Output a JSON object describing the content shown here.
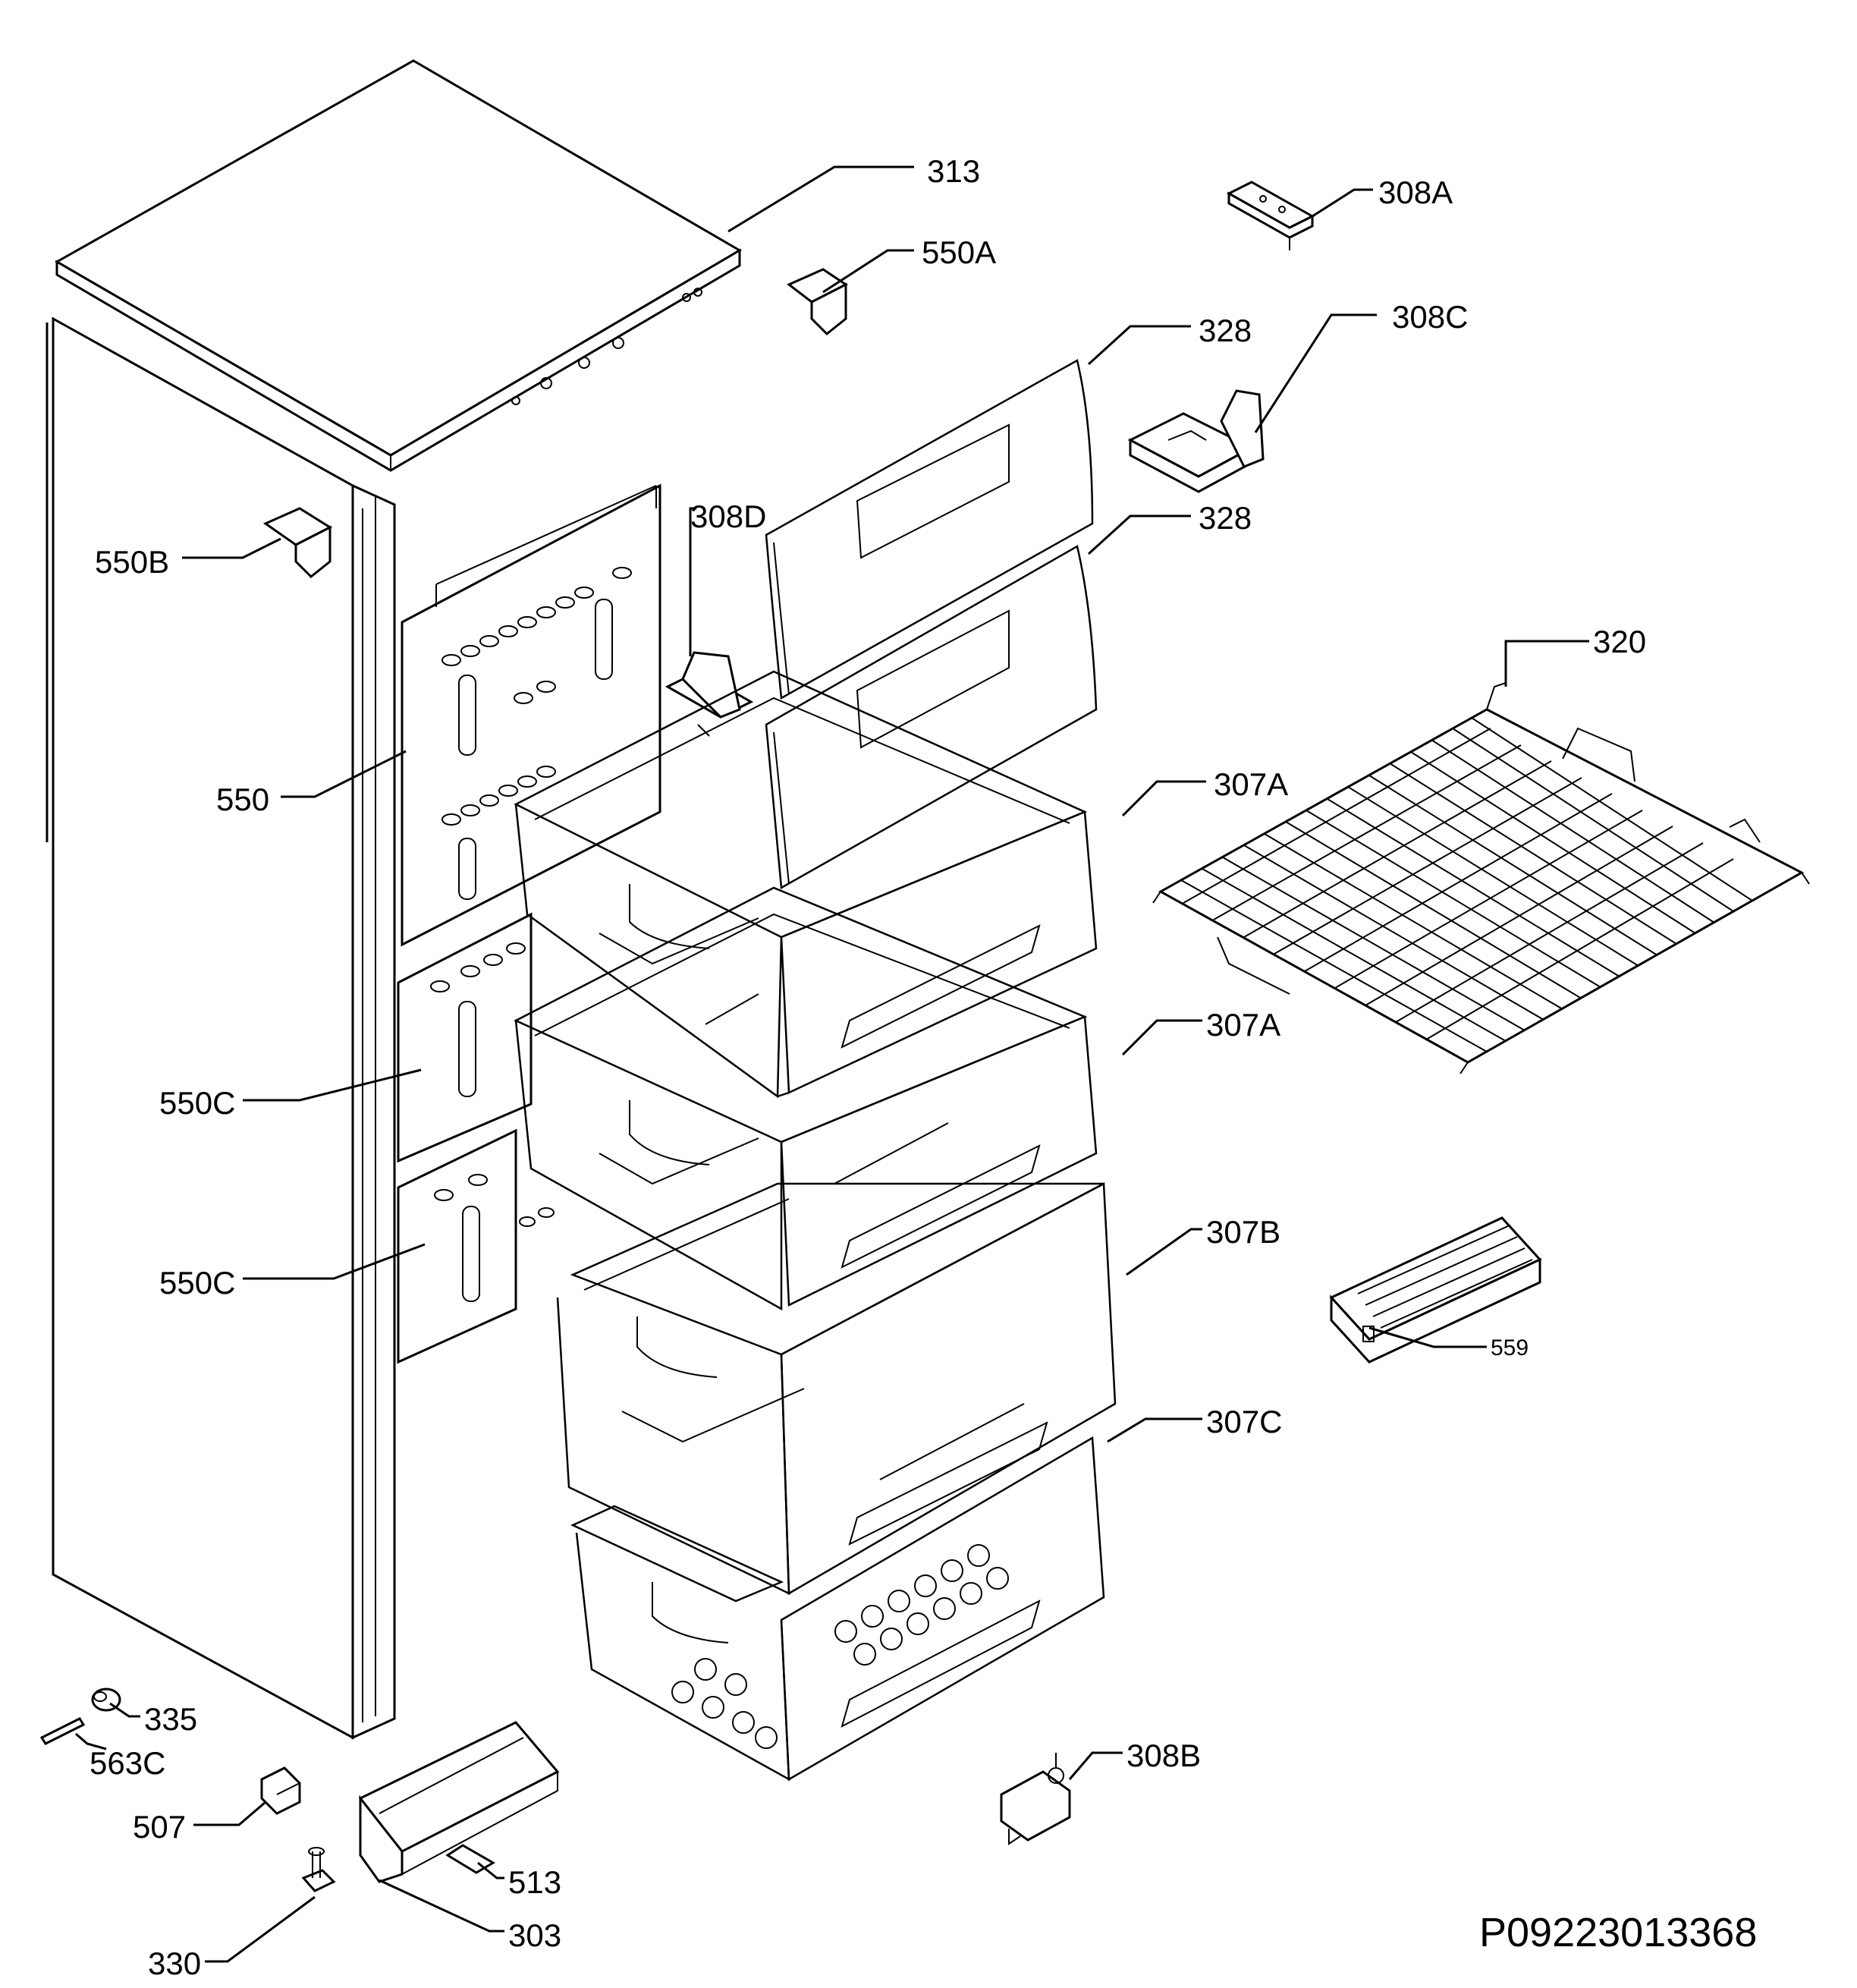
{
  "labels": {
    "l313": "313",
    "l550A": "550A",
    "l308A": "308A",
    "l328a": "328",
    "l308C": "308C",
    "l328b": "328",
    "l550B": "550B",
    "l308D": "308D",
    "l320": "320",
    "l550": "550",
    "l307Aa": "307A",
    "l307Ab": "307A",
    "l550Ca": "550C",
    "l307B": "307B",
    "l550Cb": "550C",
    "l559": "559",
    "l307C": "307C",
    "l335": "335",
    "l563C": "563C",
    "l308B": "308B",
    "l507": "507",
    "l513": "513",
    "l303": "303",
    "l330": "330"
  },
  "drawing_code": "P09223013368"
}
